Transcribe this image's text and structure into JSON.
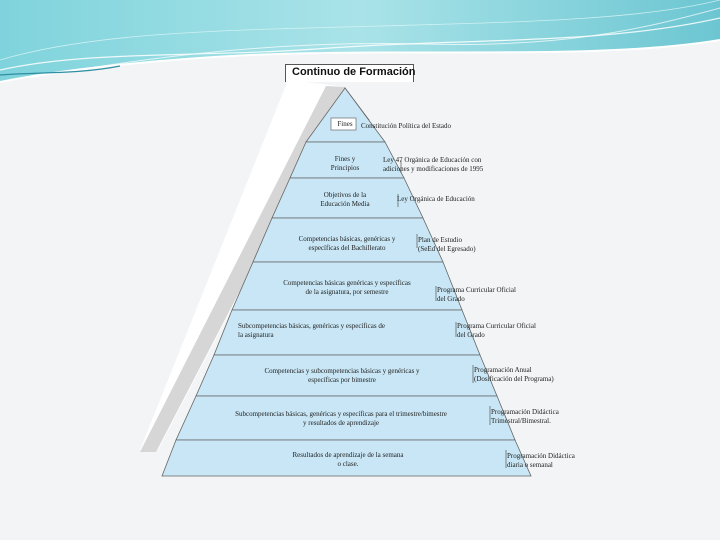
{
  "diagram": {
    "title": "Continuo de Formación",
    "tiers": [
      {
        "lines": [
          "Fines"
        ]
      },
      {
        "lines": [
          "Fines y",
          "Principios"
        ]
      },
      {
        "lines": [
          "Objetivos de la",
          "Educación Media"
        ]
      },
      {
        "lines": [
          "Competencias básicas, genéricas y",
          "específicas del Bachillerato"
        ]
      },
      {
        "lines": [
          "Competencias básicas genéricas y específicas",
          "de la asignatura, por semestre"
        ]
      },
      {
        "lines": [
          "Subcompetencias básicas, genéricas y específicas de",
          "la asignatura"
        ]
      },
      {
        "lines": [
          "Competencias y subcompetencias básicas y genéricas y",
          "específicas por bimestre"
        ]
      },
      {
        "lines": [
          "Subcompetencias básicas, genéricas y específicas para el trimestre/bimestre",
          "y resultados de aprendizaje"
        ]
      },
      {
        "lines": [
          "Resultados de aprendizaje de la semana",
          "o clase."
        ]
      }
    ],
    "laws": [
      {
        "lines": [
          "Constitución Política del Estado"
        ]
      },
      {
        "lines": [
          "Ley 47 Orgánica de Educación con",
          "adiciones y modificaciones de 1995"
        ]
      },
      {
        "lines": [
          "Ley Orgánica de Educación"
        ]
      },
      {
        "lines": [
          "Plan de Estudio",
          "(SeEd del Egresado)"
        ]
      },
      {
        "lines": [
          "Programa Curricular Oficial",
          "del Grado"
        ]
      },
      {
        "lines": [
          "Programa Curricular Oficial",
          "del Grado"
        ]
      },
      {
        "lines": [
          "Programación Anual",
          "(Dosificación del Programa)"
        ]
      },
      {
        "lines": [
          "Programación Didáctica",
          "Trimestral/Bimestral."
        ]
      },
      {
        "lines": [
          "Programación Didáctica",
          "diaria o semanal"
        ]
      }
    ]
  }
}
